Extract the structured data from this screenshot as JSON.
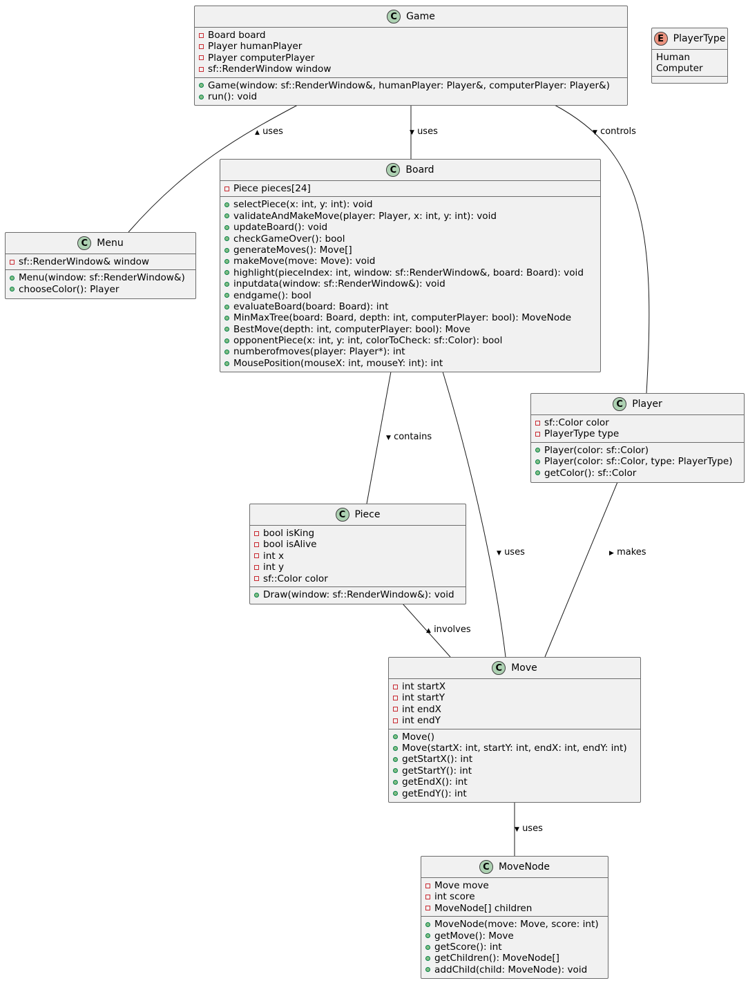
{
  "classes": {
    "game": {
      "name": "Game",
      "kind": "C",
      "attributes": [
        "Board board",
        "Player humanPlayer",
        "Player computerPlayer",
        "sf::RenderWindow window"
      ],
      "methods": [
        "Game(window: sf::RenderWindow&, humanPlayer: Player&, computerPlayer: Player&)",
        "run(): void"
      ]
    },
    "menu": {
      "name": "Menu",
      "kind": "C",
      "attributes": [
        "sf::RenderWindow& window"
      ],
      "methods": [
        "Menu(window: sf::RenderWindow&)",
        "chooseColor(): Player"
      ]
    },
    "board": {
      "name": "Board",
      "kind": "C",
      "attributes": [
        "Piece pieces[24]"
      ],
      "methods": [
        "selectPiece(x: int, y: int): void",
        "validateAndMakeMove(player: Player, x: int, y: int): void",
        "updateBoard(): void",
        "checkGameOver(): bool",
        "generateMoves(): Move[]",
        "makeMove(move: Move): void",
        "highlight(pieceIndex: int, window: sf::RenderWindow&, board: Board): void",
        "inputdata(window: sf::RenderWindow&): void",
        "endgame(): bool",
        "evaluateBoard(board: Board): int",
        "MinMaxTree(board: Board, depth: int, computerPlayer: bool): MoveNode",
        "BestMove(depth: int, computerPlayer: bool): Move",
        "opponentPiece(x: int, y: int, colorToCheck: sf::Color): bool",
        "numberofmoves(player: Player*): int",
        "MousePosition(mouseX: int, mouseY: int): int"
      ]
    },
    "player": {
      "name": "Player",
      "kind": "C",
      "attributes": [
        "sf::Color color",
        "PlayerType type"
      ],
      "methods": [
        "Player(color: sf::Color)",
        "Player(color: sf::Color, type: PlayerType)",
        "getColor(): sf::Color"
      ]
    },
    "piece": {
      "name": "Piece",
      "kind": "C",
      "attributes": [
        "bool isKing",
        "bool isAlive",
        "int x",
        "int y",
        "sf::Color color"
      ],
      "methods": [
        "Draw(window: sf::RenderWindow&): void"
      ]
    },
    "move": {
      "name": "Move",
      "kind": "C",
      "attributes": [
        "int startX",
        "int startY",
        "int endX",
        "int endY"
      ],
      "methods": [
        "Move()",
        "Move(startX: int, startY: int, endX: int, endY: int)",
        "getStartX(): int",
        "getStartY(): int",
        "getEndX(): int",
        "getEndY(): int"
      ]
    },
    "movenode": {
      "name": "MoveNode",
      "kind": "C",
      "attributes": [
        "Move move",
        "int score",
        "MoveNode[] children"
      ],
      "methods": [
        "MoveNode(move: Move, score: int)",
        "getMove(): Move",
        "getScore(): int",
        "getChildren(): MoveNode[]",
        "addChild(child: MoveNode): void"
      ]
    }
  },
  "enum_playertype": {
    "name": "PlayerType",
    "kind": "E",
    "values": [
      "Human",
      "Computer"
    ]
  },
  "relations": [
    {
      "from": "Game",
      "to": "Menu",
      "label": "uses",
      "arrow": "▲"
    },
    {
      "from": "Game",
      "to": "Board",
      "label": "uses",
      "arrow": "▼"
    },
    {
      "from": "Game",
      "to": "Player",
      "label": "controls",
      "arrow": "▼"
    },
    {
      "from": "Board",
      "to": "Piece",
      "label": "contains",
      "arrow": "▼"
    },
    {
      "from": "Board",
      "to": "Move",
      "label": "uses",
      "arrow": "▼"
    },
    {
      "from": "Player",
      "to": "Move",
      "label": "makes",
      "arrow": "▶"
    },
    {
      "from": "Piece",
      "to": "Move",
      "label": "involves",
      "arrow": "▲"
    },
    {
      "from": "Move",
      "to": "MoveNode",
      "label": "uses",
      "arrow": "▼"
    }
  ],
  "colors": {
    "class_fill": "#f1f1f1",
    "class_border": "#6b6b6b",
    "class_badge": "#add1b2",
    "enum_badge": "#eb937f",
    "private_marker": "#c82930",
    "public_marker": "#84be84"
  }
}
